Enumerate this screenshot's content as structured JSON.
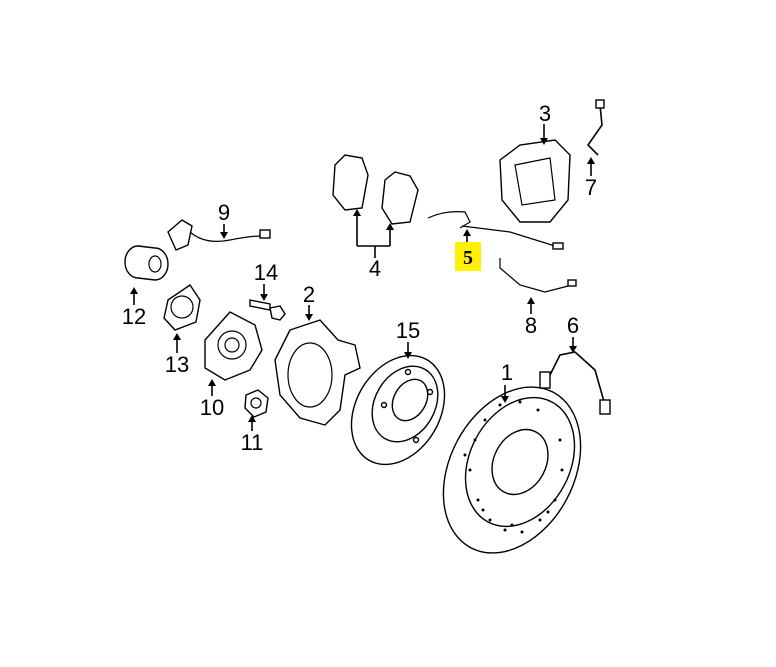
{
  "diagram": {
    "highlight_color": "#FFF200",
    "highlighted_callout": "5",
    "callouts": [
      {
        "id": "1",
        "label": "1",
        "part": "drilled-brake-rotor"
      },
      {
        "id": "2",
        "label": "2",
        "part": "splash-shield"
      },
      {
        "id": "3",
        "label": "3",
        "part": "brake-caliper"
      },
      {
        "id": "4",
        "label": "4",
        "part": "brake-pads"
      },
      {
        "id": "5",
        "label": "5",
        "part": "pad-wear-sensor"
      },
      {
        "id": "6",
        "label": "6",
        "part": "brake-hose"
      },
      {
        "id": "7",
        "label": "7",
        "part": "brake-line"
      },
      {
        "id": "8",
        "label": "8",
        "part": "wear-sensor-wire"
      },
      {
        "id": "9",
        "label": "9",
        "part": "abs-sensor"
      },
      {
        "id": "10",
        "label": "10",
        "part": "wheel-hub"
      },
      {
        "id": "11",
        "label": "11",
        "part": "hub-nut"
      },
      {
        "id": "12",
        "label": "12",
        "part": "wheel-bearing"
      },
      {
        "id": "13",
        "label": "13",
        "part": "bearing-retainer"
      },
      {
        "id": "14",
        "label": "14",
        "part": "wheel-stud"
      },
      {
        "id": "15",
        "label": "15",
        "part": "brake-disc"
      }
    ]
  }
}
